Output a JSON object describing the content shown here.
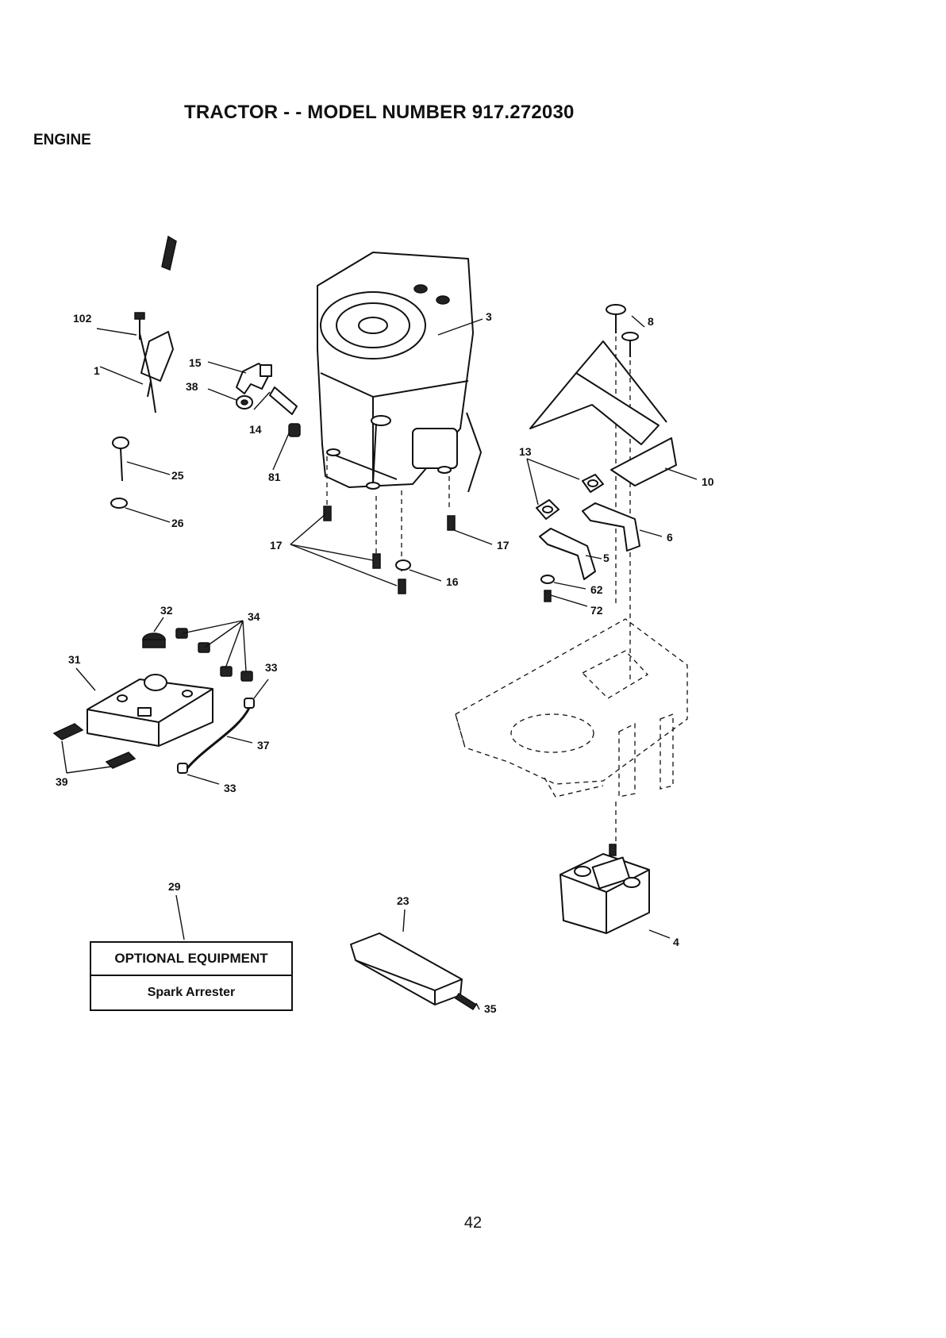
{
  "header": {
    "title": "TRACTOR - - MODEL NUMBER 917.272030",
    "section": "ENGINE"
  },
  "callouts": {
    "c102": "102",
    "c1": "1",
    "c15": "15",
    "c38": "38",
    "c14": "14",
    "c81": "81",
    "c25": "25",
    "c26": "26",
    "c3": "3",
    "c8": "8",
    "c10": "10",
    "c13": "13",
    "c6": "6",
    "c5": "5",
    "c62": "62",
    "c72": "72",
    "c17a": "17",
    "c17b": "17",
    "c16": "16",
    "c32": "32",
    "c34": "34",
    "c31": "31",
    "c33a": "33",
    "c37": "37",
    "c33b": "33",
    "c39": "39",
    "c29": "29",
    "c23": "23",
    "c35": "35",
    "c4": "4"
  },
  "optional_box": {
    "heading": "OPTIONAL EQUIPMENT",
    "item": "Spark Arrester"
  },
  "footer": {
    "page_number": "42"
  }
}
